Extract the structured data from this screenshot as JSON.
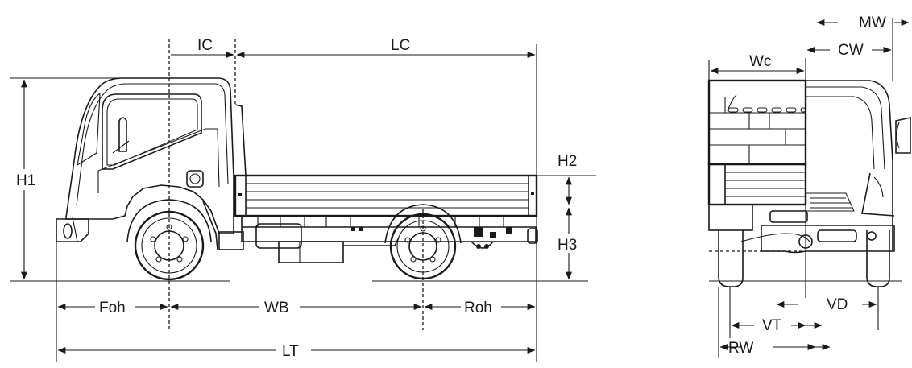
{
  "labels": {
    "IC": "IC",
    "LC": "LC",
    "H1": "H1",
    "H2": "H2",
    "H3": "H3",
    "Foh": "Foh",
    "WB": "WB",
    "Roh": "Roh",
    "LT": "LT",
    "MW": "MW",
    "CW": "CW",
    "Wc": "Wc",
    "VD": "VD",
    "VT": "VT",
    "RW": "RW"
  },
  "colors": {
    "ink": "#1a1a1a",
    "background": "#ffffff"
  }
}
